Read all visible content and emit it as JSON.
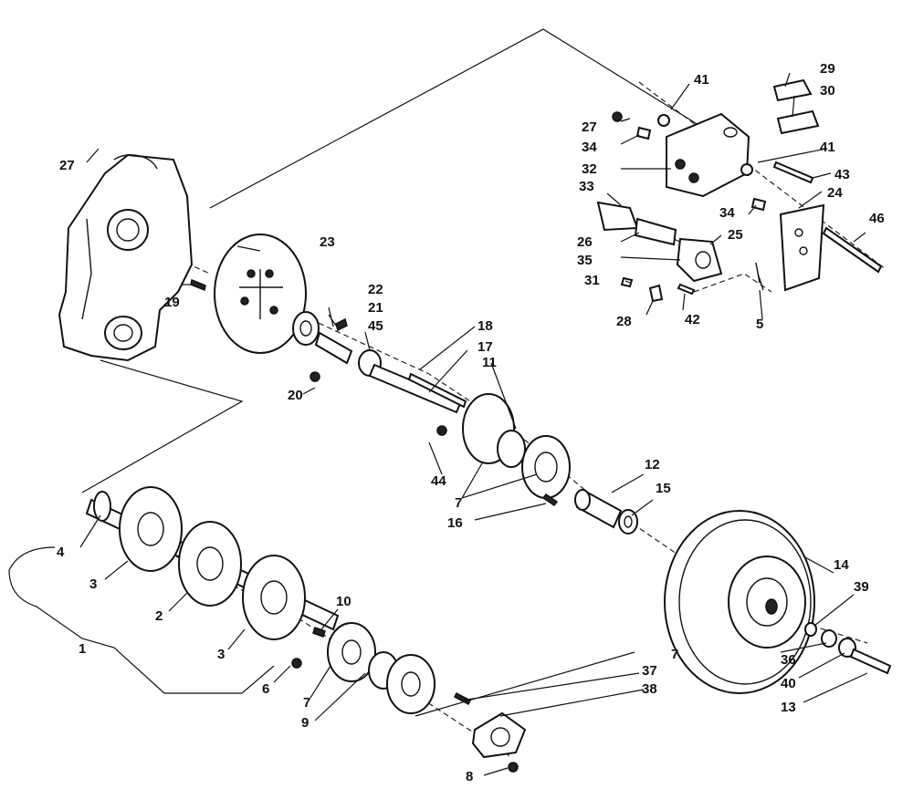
{
  "diagram": {
    "labels": {
      "p1": "1",
      "p2": "2",
      "p3a": "3",
      "p3b": "3",
      "p4": "4",
      "p5": "5",
      "p6": "6",
      "p7a": "7",
      "p7b": "7",
      "p7c": "7",
      "p8": "8",
      "p9": "9",
      "p10": "10",
      "p11": "11",
      "p12": "12",
      "p13": "13",
      "p14": "14",
      "p15": "15",
      "p16": "16",
      "p17": "17",
      "p18": "18",
      "p19": "19",
      "p20": "20",
      "p21": "21",
      "p22": "22",
      "p23": "23",
      "p24": "24",
      "p25": "25",
      "p26": "26",
      "p27a": "27",
      "p27b": "27",
      "p28": "28",
      "p29": "29",
      "p30": "30",
      "p31": "31",
      "p32": "32",
      "p33": "33",
      "p34a": "34",
      "p34b": "34",
      "p35": "35",
      "p36": "36",
      "p37": "37",
      "p38": "38",
      "p39": "39",
      "p40": "40",
      "p41a": "41",
      "p41b": "41",
      "p42": "42",
      "p43": "43",
      "p44": "44",
      "p45": "45",
      "p46": "46"
    }
  }
}
